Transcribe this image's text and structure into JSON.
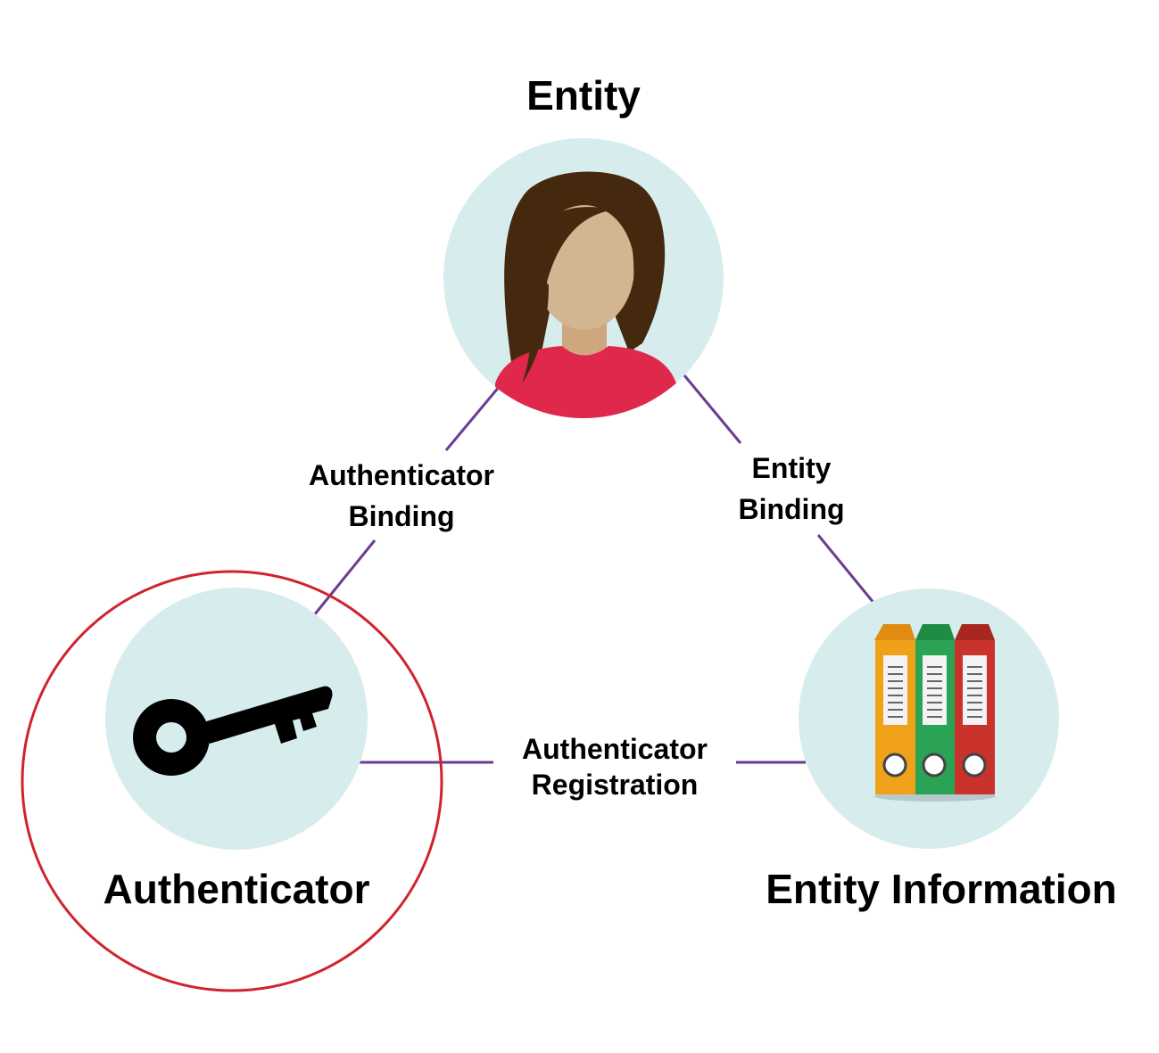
{
  "nodes": {
    "entity": {
      "label": "Entity",
      "icon": "person-icon"
    },
    "authenticator": {
      "label": "Authenticator",
      "icon": "key-icon"
    },
    "entity_information": {
      "label": "Entity Information",
      "icon": "binders-icon"
    }
  },
  "edges": {
    "authenticator_binding": {
      "line1": "Authenticator",
      "line2": "Binding"
    },
    "entity_binding": {
      "line1": "Entity",
      "line2": "Binding"
    },
    "authenticator_registration": {
      "line1": "Authenticator",
      "line2": "Registration"
    }
  },
  "colors": {
    "circle_fill": "#d7eded",
    "connector": "#6a3d93",
    "highlight_ring": "#d0232d",
    "hair": "#45290f",
    "skin": "#d4b592",
    "shirt": "#e0284d",
    "binder_orange": "#f0a11a",
    "binder_green": "#2aa355",
    "binder_red": "#c9332b",
    "key": "#000000"
  }
}
